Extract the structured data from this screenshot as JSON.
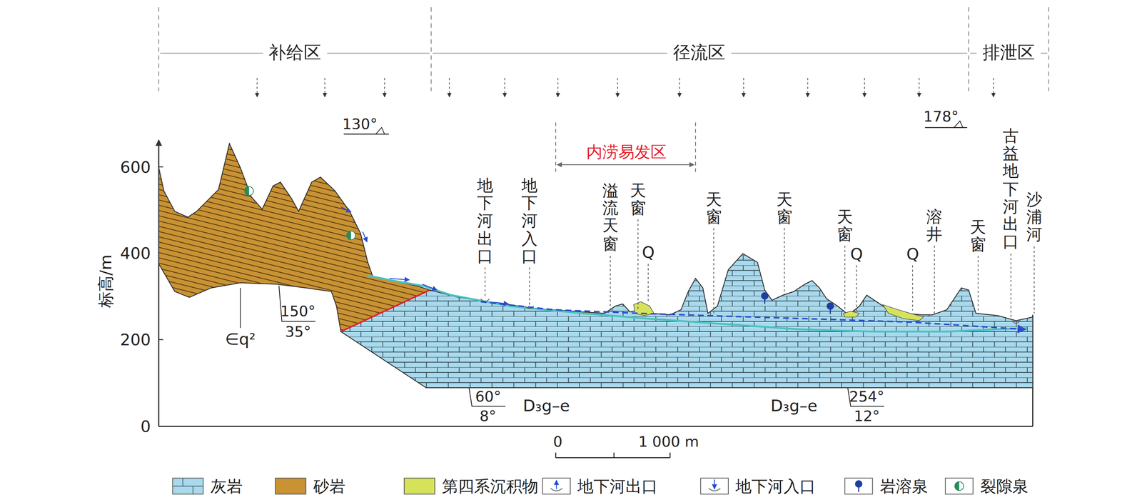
{
  "diagram": {
    "labels": [
      "补给区",
      "径流区",
      "排泄区",
      "130°",
      "178°",
      "内涝易发区",
      "600",
      "400",
      "200",
      "0",
      "标高/m",
      "地下河出口",
      "地下河入口",
      "溢流天窗",
      "天窗",
      "Q",
      "天窗",
      "天窗",
      "天窗",
      "Q",
      "Q",
      "溶井",
      "天窗",
      "古益地下河出口",
      "沙浦河",
      "∈q²",
      "150°",
      "35°",
      "60°",
      "8°",
      "D₃g–e",
      "D₃g–e",
      "254°",
      "12°",
      "0",
      "1 000 m"
    ],
    "legend": [
      {
        "text": "灰岩",
        "color": "#a9d9ec"
      },
      {
        "text": "砂岩",
        "color": "#c99233"
      },
      {
        "text": "第四系沉积物",
        "color": "#d6e35a"
      },
      {
        "text": "地下河出口"
      },
      {
        "text": "地下河入口"
      },
      {
        "text": "岩溶泉"
      },
      {
        "text": "裂隙泉"
      }
    ]
  }
}
